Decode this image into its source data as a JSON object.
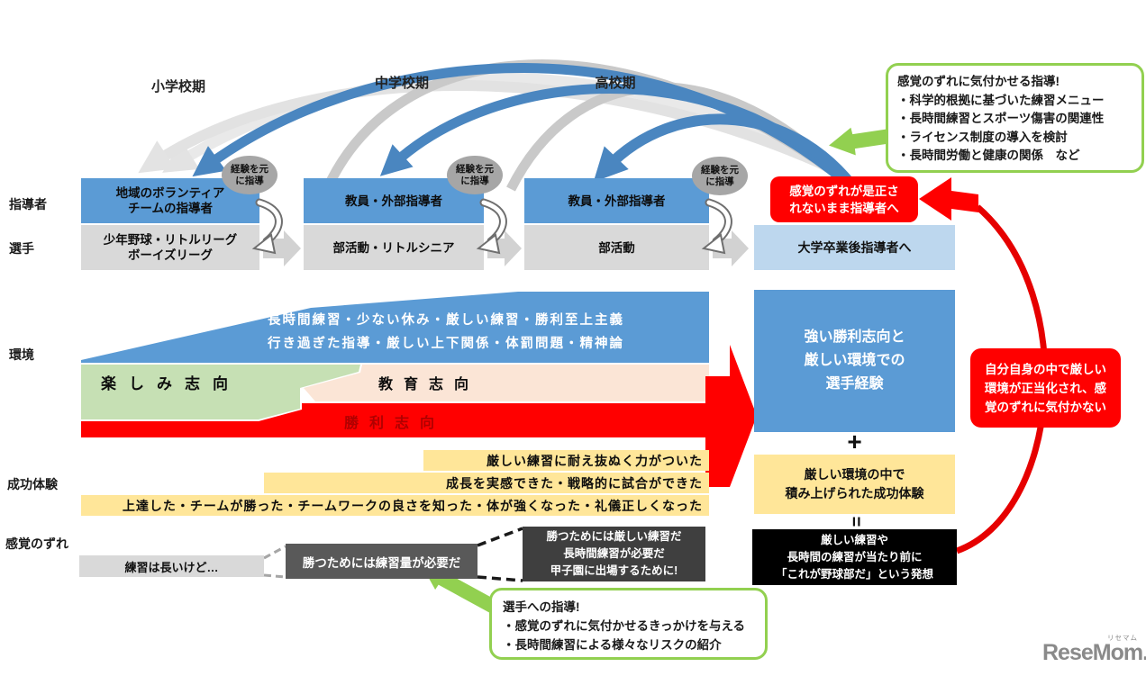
{
  "title_periods": {
    "elementary": "小学校期",
    "middle": "中学校期",
    "high": "高校期"
  },
  "row_labels": {
    "coach": "指導者",
    "player": "選手",
    "environment": "環境",
    "success": "成功体験",
    "gap": "感覚のずれ"
  },
  "stages": [
    {
      "coach": "地域のボランティア\nチームの指導者",
      "player": "少年野球・リトルリーグ\nボーイズリーグ"
    },
    {
      "coach": "教員・外部指導者",
      "player": "部活動・リトルシニア"
    },
    {
      "coach": "教員・外部指導者",
      "player": "部活動"
    }
  ],
  "experience_note": "経験を元\nに指導",
  "after_graduation_box": "大学卒業後指導者へ",
  "uncorrected_gap_box": "感覚のずれが是正さ\nれないまま指導者へ",
  "environment": {
    "harsh_line1": "長時間練習・少ない休み・厳しい練習・勝利至上主義",
    "harsh_line2": "行き過ぎた指導・厳しい上下関係・体罰問題・精神論",
    "fun": "楽しみ志向",
    "education": "教育志向",
    "victory": "勝利志向"
  },
  "success_rows": [
    "厳しい練習に耐え抜ぬく力がついた",
    "成長を実感できた・戦略的に試合ができた",
    "上達した・チームが勝った・チームワークの良さを知った・体が強くなった・礼儀正しくなった"
  ],
  "gap_boxes": {
    "g1": "練習は長いけど…",
    "g2": "勝つためには練習量が必要だ",
    "g3": "勝つためには厳しい練習だ\n長時間練習が必要だ\n甲子園に出場するために!"
  },
  "right_column": {
    "experience": "強い勝利志向と\n厳しい環境での\n選手経験",
    "plus": "+",
    "success": "厳しい環境の中で\n積み上げられた成功体験",
    "equals": "=",
    "mindset": "厳しい練習や\n長時間の練習が当たり前に\n「これが野球部だ」という発想",
    "justified": "自分自身の中で厳しい\n環境が正当化され、感\n覚のずれに気付かない"
  },
  "green_bubbles": {
    "top": {
      "title": "感覚のずれに気付かせる指導!",
      "items": [
        "・科学的根拠に基づいた練習メニュー",
        "・長時間練習とスポーツ傷害の関連性",
        "・ライセンス制度の導入を検討",
        "・長時間労働と健康の関係　など"
      ]
    },
    "bottom": {
      "title": "選手への指導!",
      "items": [
        "・感覚のずれに気付かせるきっかけを与える",
        "・長時間練習による様々なリスクの紹介"
      ]
    }
  },
  "logo": {
    "text": "ReseMom.",
    "ruby": "リセマム"
  },
  "colors": {
    "stage_blue": "#5B9BD5",
    "light_blue": "#BDD7EE",
    "gray_box": "#D9D9D9",
    "yellow": "#FFE699",
    "green_fill": "#C6E0B4",
    "pink_fill": "#FBE5D6",
    "red": "#FF0000",
    "green_accent": "#92D050",
    "dark_gray": "#595959",
    "black": "#000000"
  }
}
